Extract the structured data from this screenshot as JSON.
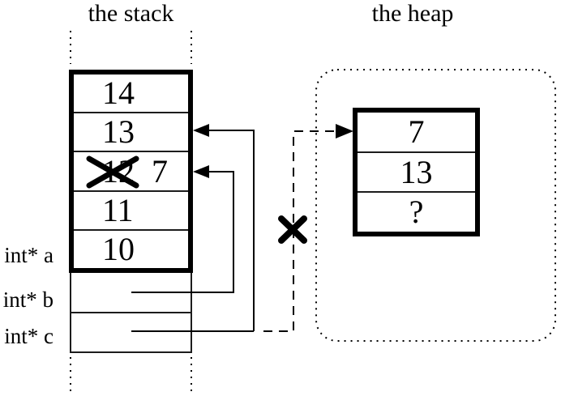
{
  "stack": {
    "title": "the stack",
    "cells": [
      {
        "value": "14"
      },
      {
        "value": "13"
      },
      {
        "old_value": "12",
        "value": "7"
      },
      {
        "value": "11"
      },
      {
        "value": "10"
      }
    ],
    "pointer_labels": [
      "int* a",
      "int* b",
      "int* c"
    ]
  },
  "heap": {
    "title": "the heap",
    "cells": [
      {
        "value": "7"
      },
      {
        "value": "13"
      },
      {
        "value": "?"
      }
    ]
  },
  "icons": {
    "cross_out": "x-mark",
    "arrowhead": "filled-triangle"
  },
  "colors": {
    "ink": "#000000",
    "background": "#ffffff"
  }
}
